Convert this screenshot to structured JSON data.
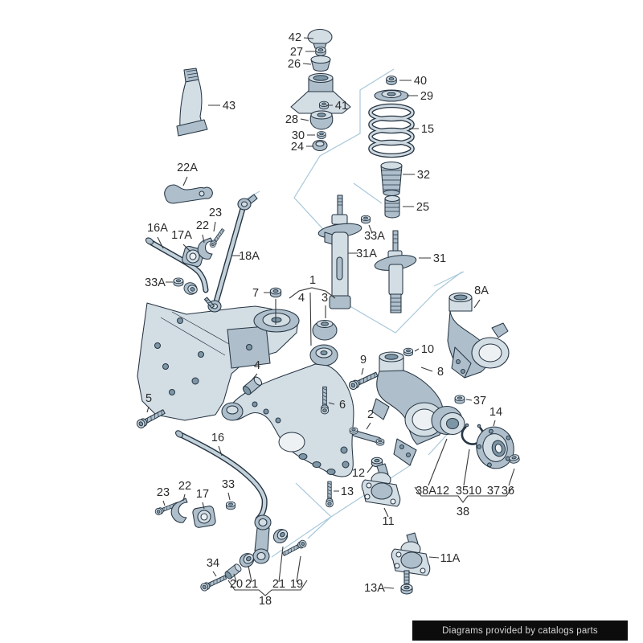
{
  "labels": {
    "1": "1",
    "2": "2",
    "3": "3",
    "4": "4",
    "5": "5",
    "6": "6",
    "7": "7",
    "8": "8",
    "8A": "8A",
    "9": "9",
    "10": "10",
    "11": "11",
    "11A": "11A",
    "12": "12",
    "13": "13",
    "13A": "13A",
    "14": "14",
    "15": "15",
    "16": "16",
    "16A": "16A",
    "17": "17",
    "17A": "17A",
    "18": "18",
    "18A": "18A",
    "19": "19",
    "20": "20",
    "21": "21",
    "22": "22",
    "22A": "22A",
    "23": "23",
    "24": "24",
    "25": "25",
    "26": "26",
    "27": "27",
    "28": "28",
    "29": "29",
    "30": "30",
    "31": "31",
    "31A": "31A",
    "32": "32",
    "33": "33",
    "33A": "33A",
    "34": "34",
    "35": "35",
    "36": "36",
    "37": "37",
    "38": "38",
    "38A": "38A",
    "40": "40",
    "41": "41",
    "42": "42",
    "43": "43"
  },
  "footer": {
    "text": "Diagrams provided by catalogs parts"
  },
  "colors": {
    "background": "#ffffff",
    "part_light": "#d3dde4",
    "part_mid": "#aebfcb",
    "part_dark": "#7d96a6",
    "outline": "#263543",
    "leader": "#3a3a3a",
    "zone_line": "#a9c8da",
    "label_text": "#2b2b2b",
    "footer_bg": "#0c0c0c",
    "footer_text": "#d6d6d6"
  }
}
